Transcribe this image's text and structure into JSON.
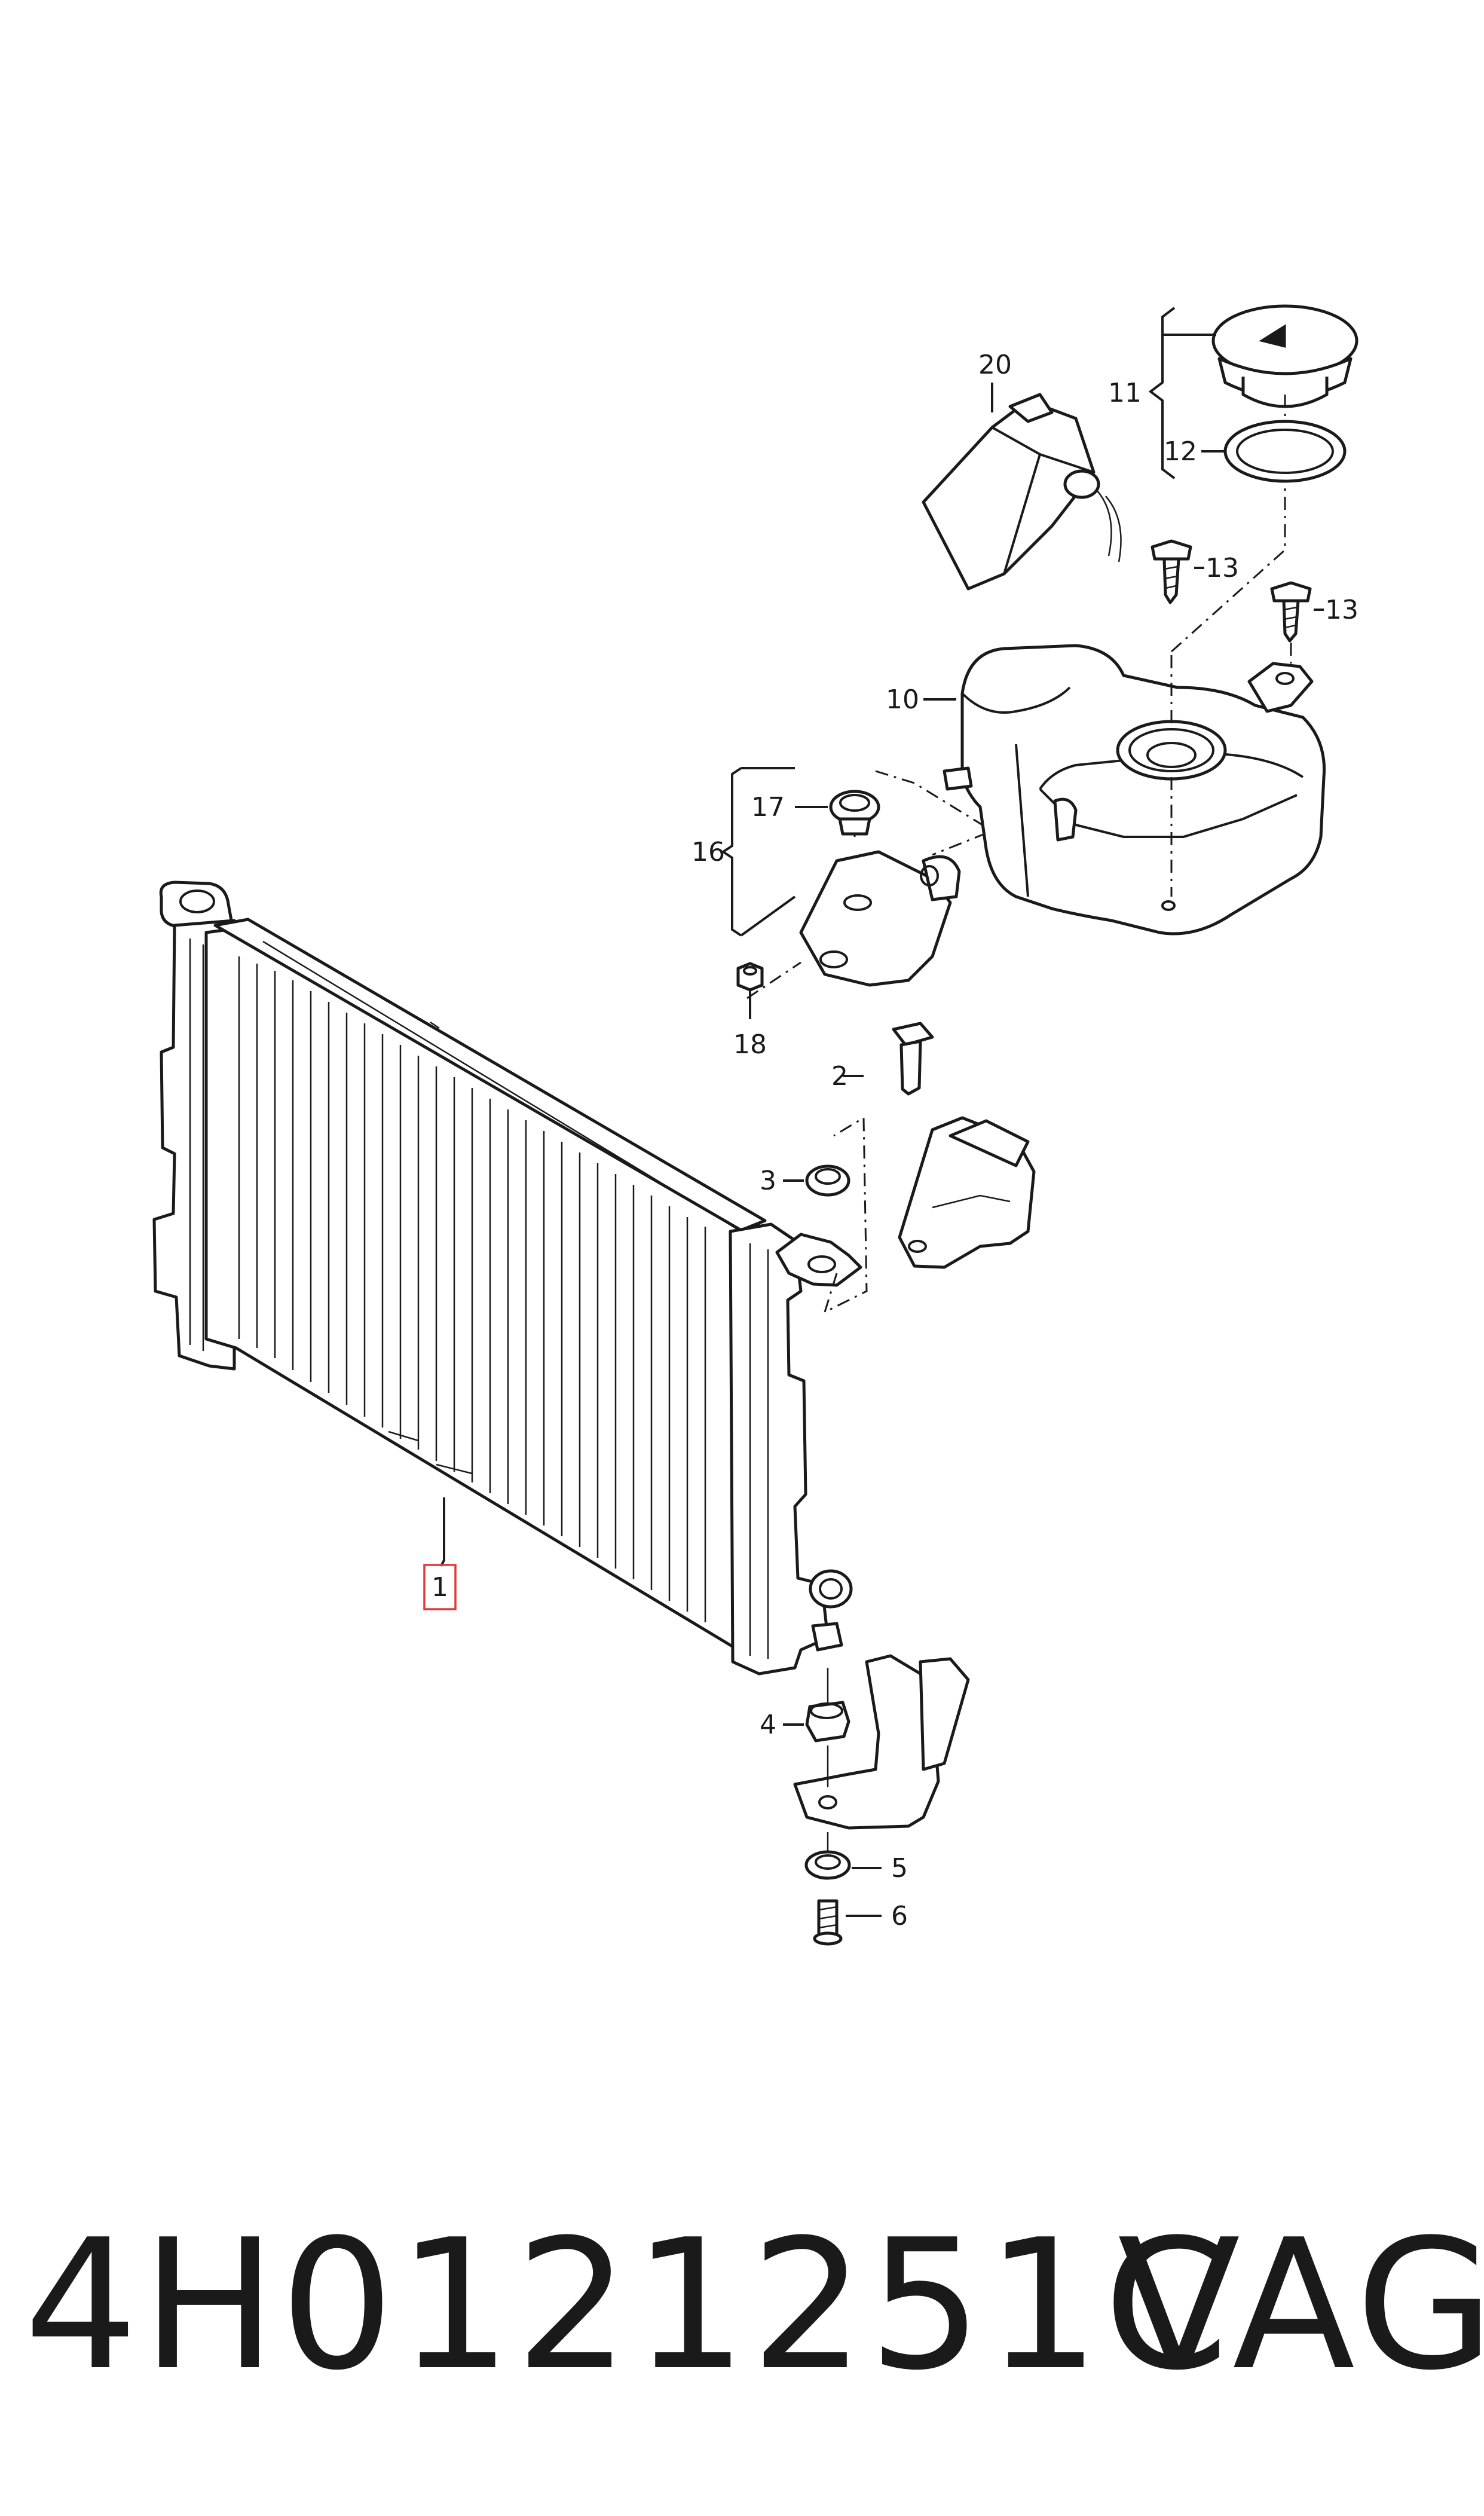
{
  "diagram": {
    "callouts": {
      "c1": "1",
      "c2": "2",
      "c3": "3",
      "c4": "4",
      "c5": "5",
      "c6": "6",
      "c10": "10",
      "c11": "11",
      "c12": "12",
      "c13a": "13",
      "c13b": "13",
      "c16": "16",
      "c17": "17",
      "c18": "18",
      "c20": "20"
    },
    "highlighted_part": "1",
    "highlight_color": "#e03a3a",
    "line_color": "#1a1a1a"
  },
  "footer": {
    "part_number": "4H0121251C",
    "brand": "VAG"
  }
}
